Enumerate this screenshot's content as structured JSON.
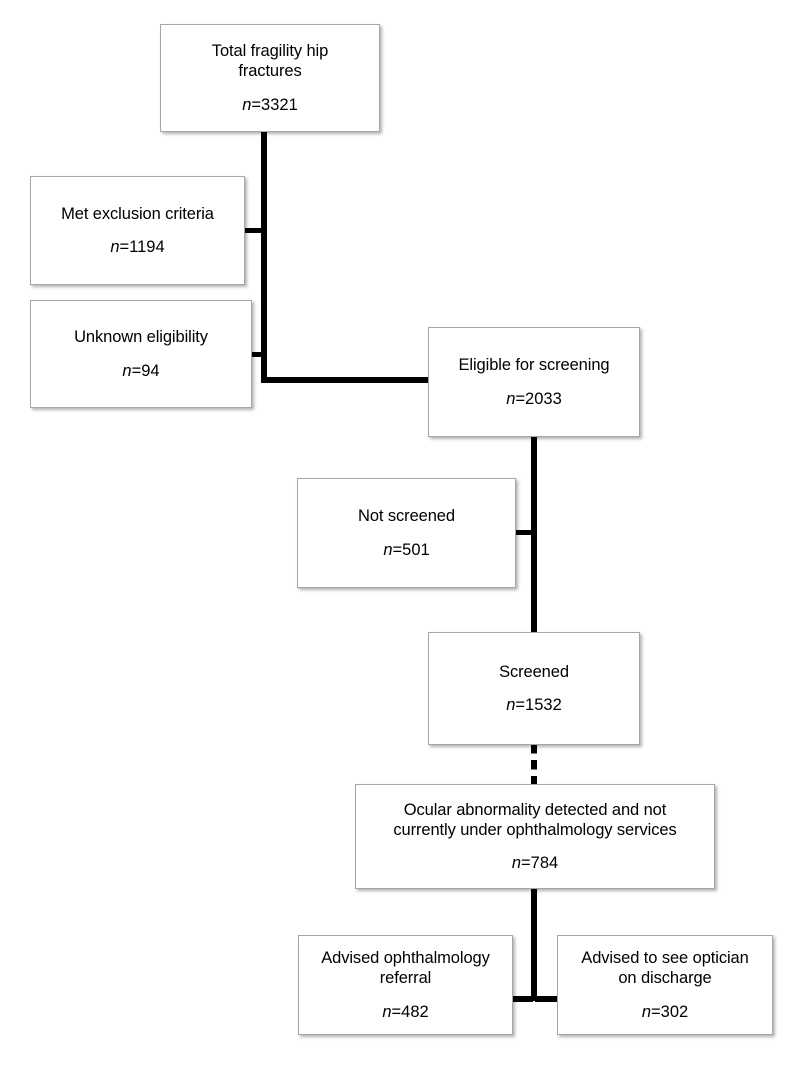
{
  "diagram": {
    "type": "study-flow-diagram",
    "title": "Fragility hip fracture ophthalmology screening flow",
    "line_color": "#000000",
    "box_border_color": "#a6a6a6",
    "box_fill_color": "#ffffff",
    "count_prefix": "n",
    "count_separator": "="
  },
  "nodes": [
    {
      "id": "total-fragility-hip-fractures",
      "label": "Total fragility hip fractures",
      "label_lines": [
        "Total fragility hip",
        "fractures"
      ],
      "count_label": "n",
      "count_value": "3321",
      "count_text": "n=3321"
    },
    {
      "id": "met-exclusion-criteria",
      "label": "Met exclusion criteria",
      "label_lines": [
        "Met exclusion criteria"
      ],
      "count_label": "n",
      "count_value": "1194",
      "count_text": "n=1194"
    },
    {
      "id": "unknown-eligibility",
      "label": "Unknown eligibility",
      "label_lines": [
        "Unknown eligibility"
      ],
      "count_label": "n",
      "count_value": "94",
      "count_text": "n=94"
    },
    {
      "id": "eligible-for-screening",
      "label": "Eligible for screening",
      "label_lines": [
        "Eligible for screening"
      ],
      "count_label": "n",
      "count_value": "2033",
      "count_text": "n=2033"
    },
    {
      "id": "not-screened",
      "label": "Not screened",
      "label_lines": [
        "Not screened"
      ],
      "count_label": "n",
      "count_value": "501",
      "count_text": "n=501"
    },
    {
      "id": "screened",
      "label": "Screened",
      "label_lines": [
        "Screened"
      ],
      "count_label": "n",
      "count_value": "1532",
      "count_text": "n=1532"
    },
    {
      "id": "ocular-abnormality-detected",
      "label": "Ocular abnormality detected and not currently under ophthalmology services",
      "label_lines": [
        "Ocular abnormality detected and not",
        "currently under ophthalmology services"
      ],
      "count_label": "n",
      "count_value": "784",
      "count_text": "n=784"
    },
    {
      "id": "advised-ophthalmology-referral",
      "label": "Advised ophthalmology referral",
      "label_lines": [
        "Advised ophthalmology",
        "referral"
      ],
      "count_label": "n",
      "count_value": "482",
      "count_text": "n=482"
    },
    {
      "id": "advised-to-see-optician",
      "label": "Advised to see optician on discharge",
      "label_lines": [
        "Advised to see optician",
        "on discharge"
      ],
      "count_label": "n",
      "count_value": "302",
      "count_text": "n=302"
    }
  ],
  "edges": [
    {
      "id": "total-to-spine",
      "from": "total-fragility-hip-fractures",
      "to": "eligible-for-screening",
      "style": "solid"
    },
    {
      "id": "spine-to-met-exclusion",
      "from": "total-fragility-hip-fractures",
      "to": "met-exclusion-criteria",
      "style": "solid"
    },
    {
      "id": "spine-to-unknown-eligibility",
      "from": "total-fragility-hip-fractures",
      "to": "unknown-eligibility",
      "style": "solid"
    },
    {
      "id": "eligible-to-screened",
      "from": "eligible-for-screening",
      "to": "screened",
      "style": "solid"
    },
    {
      "id": "eligible-to-not-screened",
      "from": "eligible-for-screening",
      "to": "not-screened",
      "style": "solid"
    },
    {
      "id": "screened-to-ocular",
      "from": "screened",
      "to": "ocular-abnormality-detected",
      "style": "dashed"
    },
    {
      "id": "ocular-to-referral",
      "from": "ocular-abnormality-detected",
      "to": "advised-ophthalmology-referral",
      "style": "solid"
    },
    {
      "id": "ocular-to-optician",
      "from": "ocular-abnormality-detected",
      "to": "advised-to-see-optician",
      "style": "solid"
    }
  ]
}
